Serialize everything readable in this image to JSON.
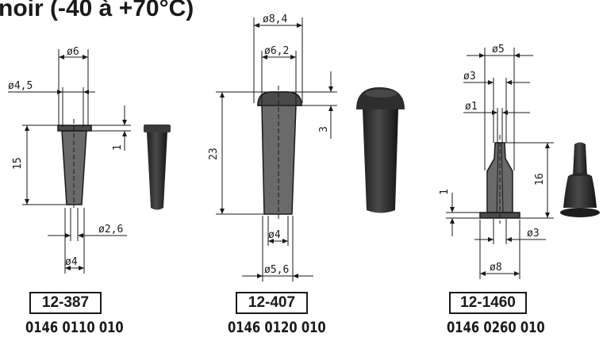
{
  "header": {
    "title": "noir (-40 à +70°C)"
  },
  "colors": {
    "line": "#1a1a1a",
    "part_fill": "#4a4a4a",
    "rubber_dark": "#2b2b2b"
  },
  "parts": [
    {
      "code": "12-387",
      "part_number": "0146 0110 010",
      "dims": {
        "d_top": "ø6",
        "d_flange": "ø4,5",
        "length": "15",
        "flange": "1",
        "d_bore": "ø2,6",
        "d_outer": "ø4"
      }
    },
    {
      "code": "12-407",
      "part_number": "0146 0120 010",
      "dims": {
        "d_top": "ø8,4",
        "d_mid": "ø6,2",
        "length": "23",
        "cap": "3",
        "d_bore": "ø4",
        "d_outer": "ø5,6"
      }
    },
    {
      "code": "12-1460",
      "part_number": "0146 0260 010",
      "dims": {
        "d_top": "ø5",
        "d_mid": "ø3",
        "d_bore": "ø1",
        "length": "16",
        "base": "1",
        "d_bottom": "ø3",
        "d_base": "ø8"
      }
    }
  ]
}
